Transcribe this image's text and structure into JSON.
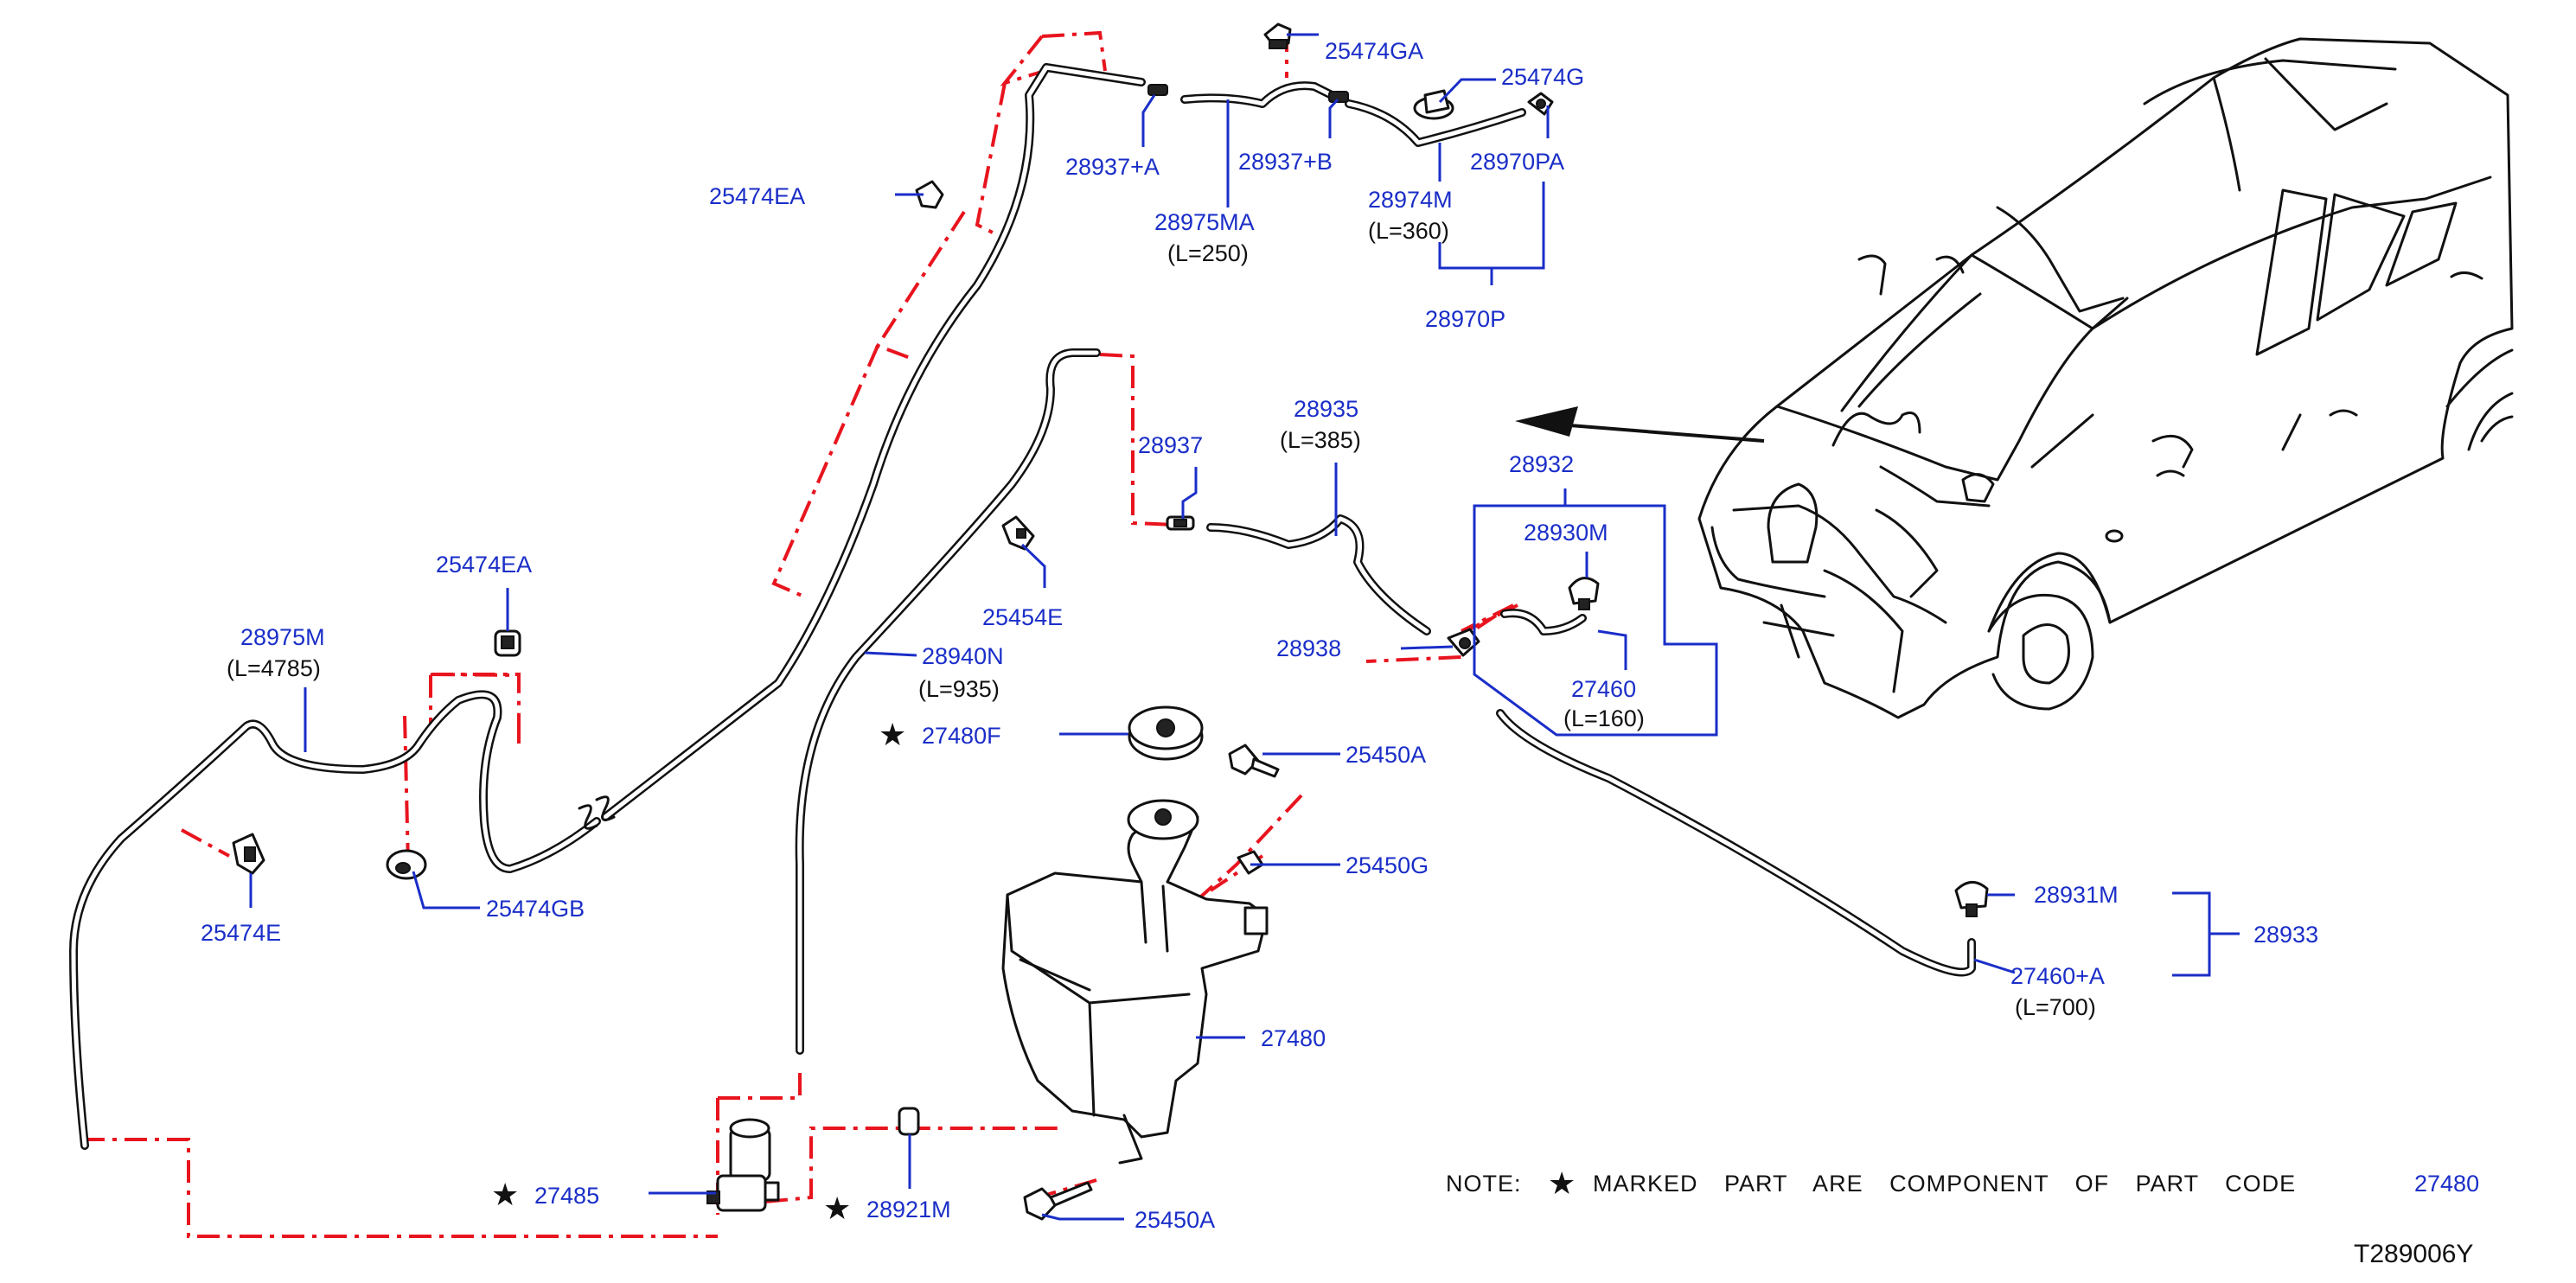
{
  "diagram_id": "T289006Y",
  "note": {
    "prefix": "NOTE:",
    "text": "MARKED PART ARE COMPONENT OF PART CODE",
    "code": "27480"
  },
  "colors": {
    "label": "#1a2ec8",
    "leader": "#1a2ec8",
    "guide_line": "#e8141e",
    "line_art": "#111111"
  },
  "labels": {
    "p25474GA": "25474GA",
    "p25474G": "25474G",
    "p28937A": "28937+A",
    "p28937B": "28937+B",
    "p28970PA": "28970PA",
    "p28975MA": "28975MA",
    "p28975MA_len": "(L=250)",
    "p28974M": "28974M",
    "p28974M_len": "(L=360)",
    "p28970P": "28970P",
    "p25474EA_top": "25474EA",
    "p28937": "28937",
    "p28935": "28935",
    "p28935_len": "(L=385)",
    "p28932": "28932",
    "p28930M": "28930M",
    "p25454E": "25454E",
    "p28938": "28938",
    "p27460": "27460",
    "p27460_len": "(L=160)",
    "p25474EA_mid": "25474EA",
    "p28975M": "28975M",
    "p28975M_len": "(L=4785)",
    "p28940N": "28940N",
    "p28940N_len": "(L=935)",
    "p27480F": "27480F",
    "p25450A_top": "25450A",
    "p25450G": "25450G",
    "p25474E": "25474E",
    "p25474GB": "25474GB",
    "p28931M": "28931M",
    "p28933": "28933",
    "p27460A": "27460+A",
    "p27460A_len": "(L=700)",
    "p27480": "27480",
    "p27485": "27485",
    "p28921M": "28921M",
    "p25450A_bot": "25450A"
  },
  "marked_parts": [
    "27480F",
    "27485",
    "28921M"
  ],
  "symbols": {
    "marked": "★"
  }
}
